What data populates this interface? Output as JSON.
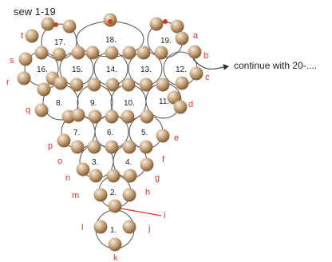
{
  "diagram": {
    "heading": "sew 1-19",
    "continuation_note": "continue with 20-....",
    "colors": {
      "bead_light": "#f2e6d4",
      "bead_dark": "#6e4a24",
      "thread": "#555555",
      "thread_accent": "#d9352c",
      "label": "#d9352c",
      "marker": "#d9352c"
    },
    "units": [
      {
        "id": "17",
        "label": "17."
      },
      {
        "id": "18",
        "label": "18."
      },
      {
        "id": "19",
        "label": "19."
      },
      {
        "id": "16",
        "label": "16."
      },
      {
        "id": "15",
        "label": "15."
      },
      {
        "id": "14",
        "label": "14."
      },
      {
        "id": "13",
        "label": "13."
      },
      {
        "id": "12",
        "label": "12."
      },
      {
        "id": "8",
        "label": "8."
      },
      {
        "id": "9",
        "label": "9."
      },
      {
        "id": "10",
        "label": "10."
      },
      {
        "id": "11",
        "label": "11."
      },
      {
        "id": "7",
        "label": "7."
      },
      {
        "id": "6",
        "label": "6."
      },
      {
        "id": "5",
        "label": "5."
      },
      {
        "id": "3",
        "label": "3."
      },
      {
        "id": "4",
        "label": "4."
      },
      {
        "id": "2",
        "label": "2."
      },
      {
        "id": "1",
        "label": "1."
      }
    ],
    "bead_labels": [
      "a",
      "b",
      "c",
      "d",
      "e",
      "f",
      "g",
      "h",
      "i",
      "j",
      "k",
      "l",
      "m",
      "n",
      "o",
      "p",
      "q",
      "r",
      "s",
      "t"
    ]
  }
}
